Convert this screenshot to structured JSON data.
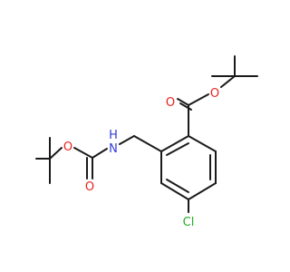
{
  "colors": {
    "bond": "#1a1a1a",
    "oxygen": "#e8221d",
    "nitrogen": "#2f3bd6",
    "chlorine": "#22b022"
  },
  "labels": {
    "o_carbonyl_right": "O",
    "o_ester_right": "O",
    "nh": "H",
    "n": "N",
    "o_carbonyl_left": "O",
    "o_ether_left": "O",
    "cl": "Cl"
  }
}
